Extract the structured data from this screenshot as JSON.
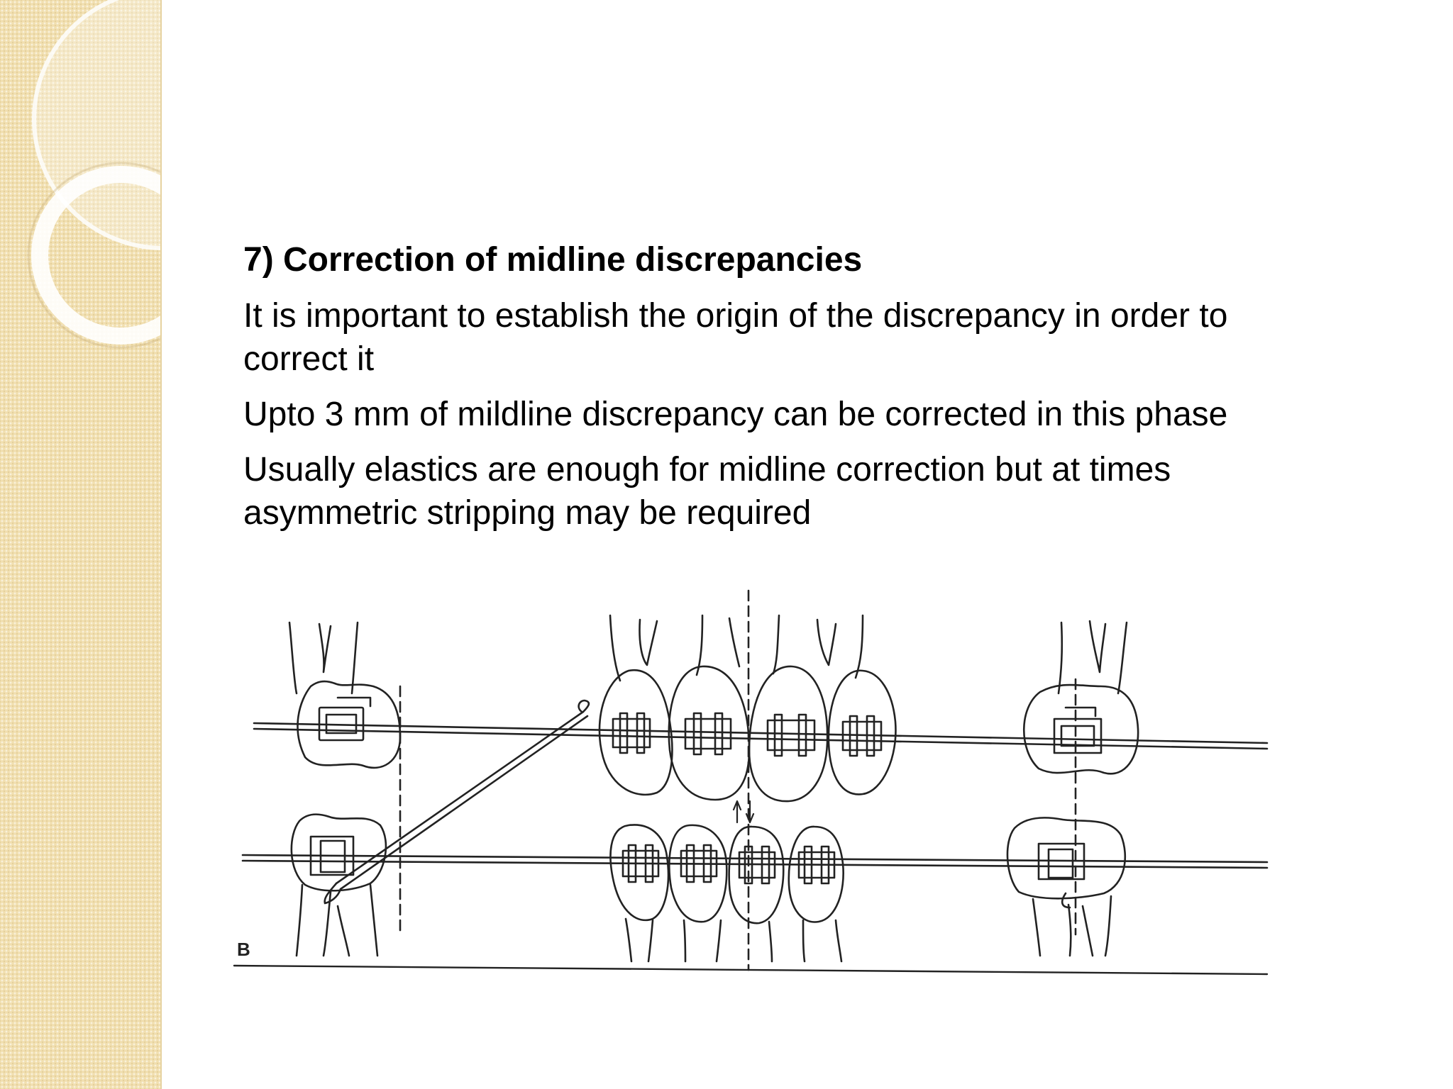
{
  "slide": {
    "heading": "7) Correction of midline discrepancies",
    "paragraphs": [
      "It is important to establish the origin of the discrepancy in order to correct it",
      "Upto 3 mm of mildline discrepancy can be corrected in this phase",
      "Usually elastics are enough for midline correction but at times asymmetric stripping may be required"
    ]
  },
  "figure": {
    "panel_label": "B",
    "icon": "orthodontic-dental-arch-illustration"
  },
  "colors": {
    "side_band": "#f1dfb0",
    "ring": "#ffffff",
    "text": "#000000",
    "line_art": "#222222"
  }
}
